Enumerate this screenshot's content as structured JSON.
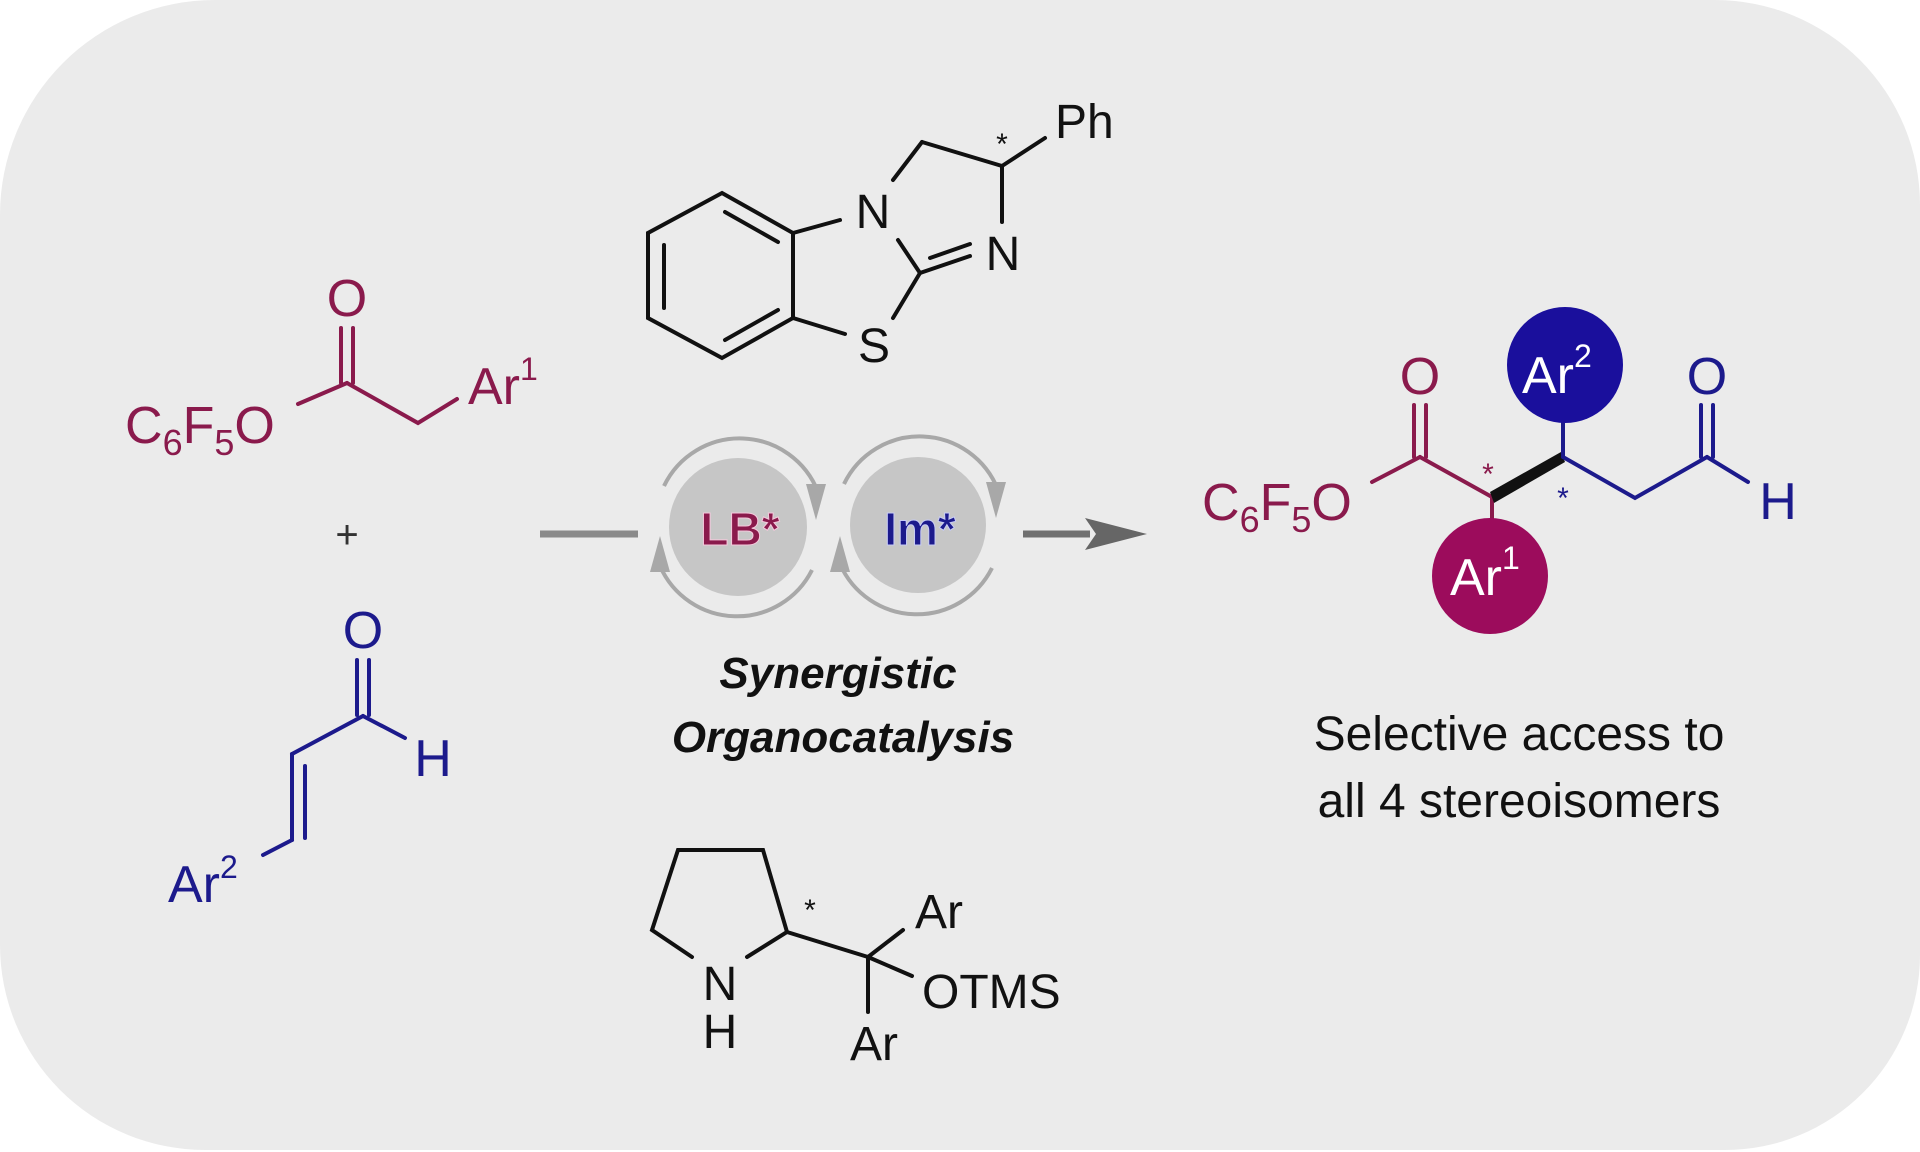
{
  "colors": {
    "background": "#ebebeb",
    "reactant1": "#8a1a4c",
    "reactant2": "#1c1a8c",
    "ar1_badge": "#9c0c5c",
    "ar2_badge": "#1a0f9c",
    "catalyst_circle": "#c4c4c4",
    "arrow": "#7a7a7a"
  },
  "reactant_ester": {
    "c6f5o": {
      "c": "C",
      "sub1": "6",
      "f": "F",
      "sub2": "5",
      "o": "O"
    },
    "carbonyl_o": "O",
    "aryl": "Ar",
    "aryl_sup": "1"
  },
  "plus_sign": "+",
  "reactant_enal": {
    "carbonyl_o": "O",
    "h": "H",
    "aryl": "Ar",
    "aryl_sup": "2"
  },
  "catalyst_lewis_base": {
    "n1": "N",
    "n2": "N",
    "s": "S",
    "star": "*",
    "ph": "Ph"
  },
  "catalyst_amine": {
    "n": "N",
    "h": "H",
    "star": "*",
    "ar_top": "Ar",
    "ar_bottom": "Ar",
    "otms": "OTMS"
  },
  "cycles": {
    "lb": "LB*",
    "im": "Im*"
  },
  "conditions": {
    "line1": "Synergistic",
    "line2": "Organocatalysis"
  },
  "product": {
    "c6f5o": {
      "c": "C",
      "sub1": "6",
      "f": "F",
      "sub2": "5",
      "o": "O"
    },
    "ester_o": "O",
    "aldehyde_o": "O",
    "h": "H",
    "star_alpha": "*",
    "star_beta": "*",
    "ar1": "Ar",
    "ar1_sup": "1",
    "ar2": "Ar",
    "ar2_sup": "2"
  },
  "caption": {
    "line1": "Selective access to",
    "line2": "all 4 stereoisomers"
  }
}
